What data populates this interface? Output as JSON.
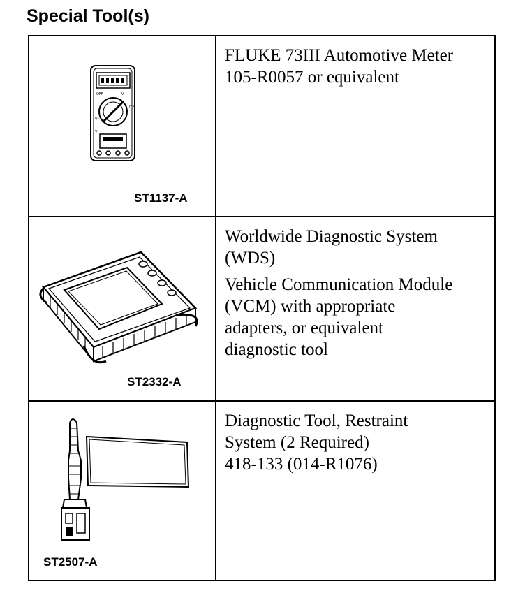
{
  "heading": "Special Tool(s)",
  "tools": [
    {
      "code": "ST1137-A",
      "icon": "multimeter-icon",
      "description": [
        [
          "FLUKE 73III Automotive Meter",
          "105-R0057 or equivalent"
        ]
      ]
    },
    {
      "code": "ST2332-A",
      "icon": "diagnostic-scanner-icon",
      "description": [
        [
          "Worldwide Diagnostic System",
          "(WDS)"
        ],
        [
          "Vehicle Communication Module",
          "(VCM) with appropriate",
          "adapters, or equivalent",
          "diagnostic tool"
        ]
      ]
    },
    {
      "code": "ST2507-A",
      "icon": "restraint-diagnostic-tool-icon",
      "description": [
        [
          "Diagnostic Tool, Restraint",
          "System (2 Required)",
          "418-133 (014-R1076)"
        ]
      ]
    }
  ]
}
